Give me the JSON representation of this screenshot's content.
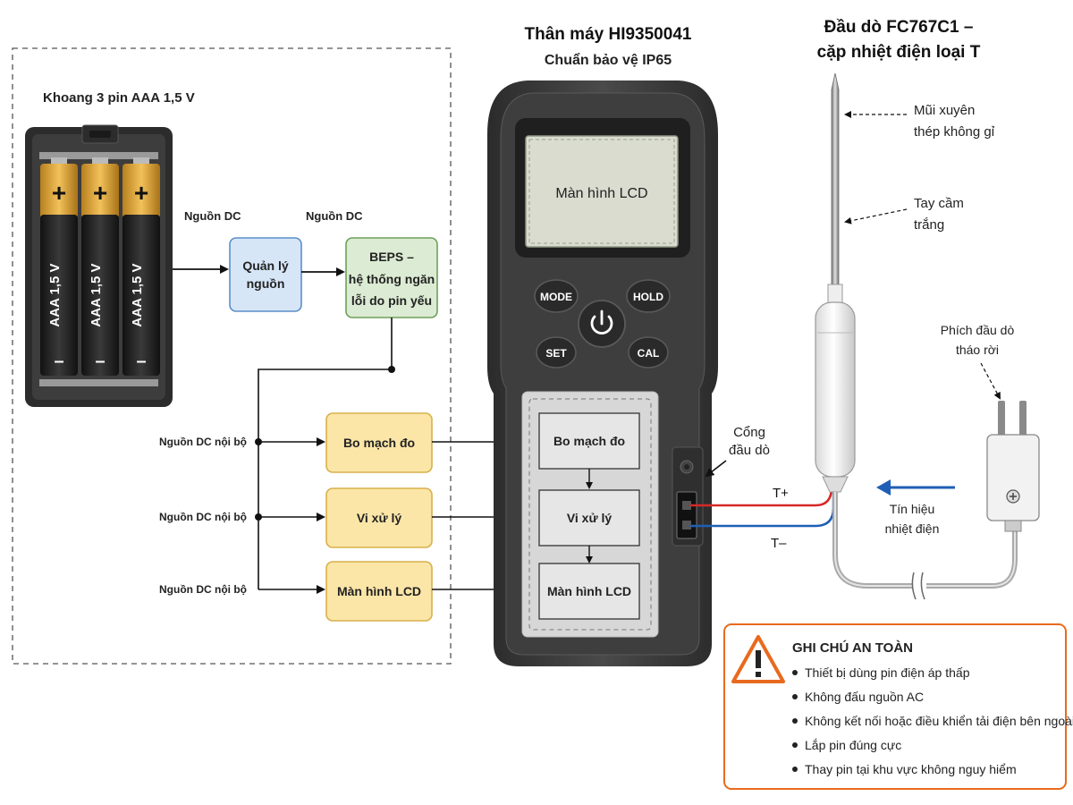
{
  "colors": {
    "power_box_fill": "#d6e6f7",
    "power_box_stroke": "#5a8fc9",
    "beps_box_fill": "#dcebd3",
    "beps_box_stroke": "#6fa05a",
    "module_fill": "#fbe6a8",
    "module_stroke": "#d7b14a",
    "device_body": "#3a3a3a",
    "lcd_fill": "#d9dccf",
    "wire_positive": "#d62828",
    "wire_negative": "#1f5fb5",
    "signal_arrow": "#1f5fb5",
    "warning_orange": "#e86a1e"
  },
  "battery": {
    "title": "Khoang 3 pin AAA 1,5 V",
    "cells": [
      "AAA 1,5 V",
      "AAA 1,5 V",
      "AAA 1,5 V"
    ],
    "plus": "+",
    "minus": "–"
  },
  "power_flow": {
    "dc_label_1": "Nguồn DC",
    "dc_label_2": "Nguồn DC",
    "power_mgmt_line1": "Quản lý",
    "power_mgmt_line2": "nguồn",
    "beps_line1": "BEPS –",
    "beps_line2": "hệ thống ngăn",
    "beps_line3": "lỗi do pin yếu"
  },
  "internal": {
    "dc_internal_1": "Nguồn DC nội bộ",
    "dc_internal_2": "Nguồn DC nội bộ",
    "dc_internal_3": "Nguồn DC nội bộ",
    "module_measure": "Bo mạch đo",
    "module_cpu": "Vi xử lý",
    "module_lcd": "Màn hình LCD"
  },
  "device": {
    "title": "Thân máy HI9350041",
    "subtitle": "Chuẩn bảo vệ IP65",
    "screen_label": "Màn hình LCD",
    "btn_mode": "MODE",
    "btn_hold": "HOLD",
    "btn_set": "SET",
    "btn_cal": "CAL",
    "inner_measure": "Bo mạch đo",
    "inner_cpu": "Vi xử lý",
    "inner_lcd": "Màn hình LCD",
    "port_label_line1": "Cổng",
    "port_label_line2": "đầu dò"
  },
  "probe": {
    "title_line1": "Đầu dò FC767C1 –",
    "title_line2": "cặp nhiệt điện loại T",
    "tip_line1": "Mũi xuyên",
    "tip_line2": "thép không gỉ",
    "handle_line1": "Tay cầm",
    "handle_line2": "trắng",
    "plug_line1": "Phích đầu dò",
    "plug_line2": "tháo rời",
    "signal_line1": "Tín hiệu",
    "signal_line2": "nhiệt điện",
    "t_plus": "T+",
    "t_minus": "T–"
  },
  "safety": {
    "title": "GHI CHÚ AN TOÀN",
    "items": [
      "Thiết bị dùng pin điện áp thấp",
      "Không đấu nguồn AC",
      "Không kết nối hoặc điều khiển tải điện bên ngoài",
      "Lắp pin đúng cực",
      "Thay pin tại khu vực không nguy hiểm"
    ]
  }
}
